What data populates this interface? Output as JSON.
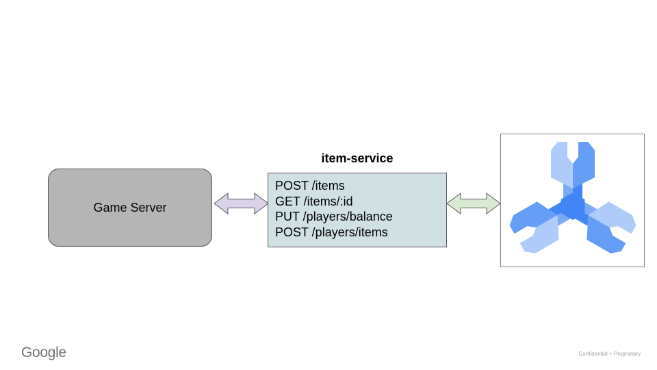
{
  "slide_background": "#ffffff",
  "diagram": {
    "game_server": {
      "label": "Game Server",
      "fill": "#b5b5b5",
      "border": "#595959"
    },
    "item_service": {
      "title": "item-service",
      "endpoints": [
        "POST /items",
        "GET /items/:id",
        "PUT /players/balance",
        "POST /players/items"
      ],
      "fill": "#d0e0e3",
      "border": "#595959"
    },
    "arrows": {
      "left": {
        "fill": "#d9d2e9",
        "stroke": "#595959",
        "direction": "double-headed"
      },
      "right": {
        "fill": "#d9ead3",
        "stroke": "#595959",
        "direction": "double-headed"
      }
    },
    "spanner_card": {
      "border": "#808080",
      "icon": "cloud-spanner-icon",
      "colors": {
        "light": "#aecbfa",
        "medium_light": "#7baaf7",
        "medium": "#669df6",
        "dark": "#4285f4"
      }
    }
  },
  "footer": {
    "logo_text": "Google",
    "logo_color": "#747474",
    "confidentiality": "Confidential + Proprietary",
    "confidentiality_color": "#9e9e9e"
  }
}
